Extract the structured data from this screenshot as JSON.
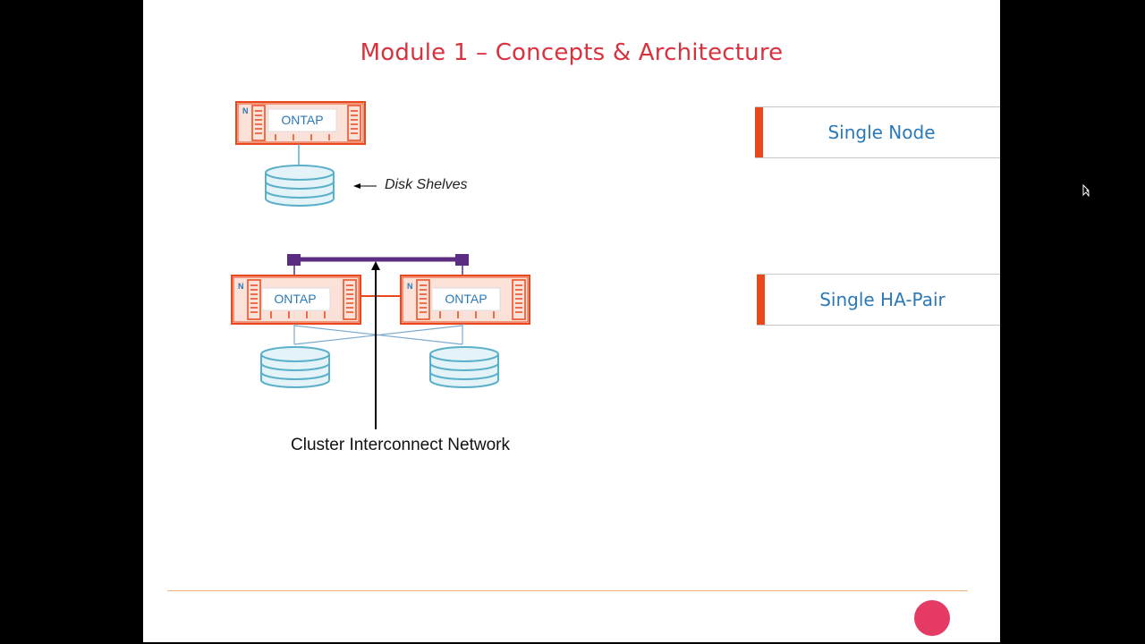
{
  "slide": {
    "title": "Module 1 – Concepts & Architecture"
  },
  "diagram": {
    "controllers": [
      {
        "brand_letter": "N",
        "label": "ONTAP"
      },
      {
        "brand_letter": "N",
        "label": "ONTAP"
      },
      {
        "brand_letter": "N",
        "label": "ONTAP"
      }
    ],
    "disk_shelves_label": "Disk Shelves",
    "interconnect_label": "Cluster Interconnect Network"
  },
  "labels": {
    "single_node": "Single Node",
    "single_ha_pair": "Single HA-Pair"
  },
  "colors": {
    "title": "#d9323f",
    "controller": "#e8481c",
    "controller_fill": "#fbe1d8",
    "ontap_text": "#2c79b7",
    "disk": "#5bb0c9",
    "disk_fill": "#e3f3f8",
    "interconnect": "#5b2d82",
    "label_text": "#2c79b7",
    "label_bar": "#e8481c",
    "footer_line": "#f1b27c",
    "logo": "#e53a64"
  },
  "icons": {
    "logo": "play-logo-icon",
    "cursor": "mouse-cursor-icon"
  }
}
